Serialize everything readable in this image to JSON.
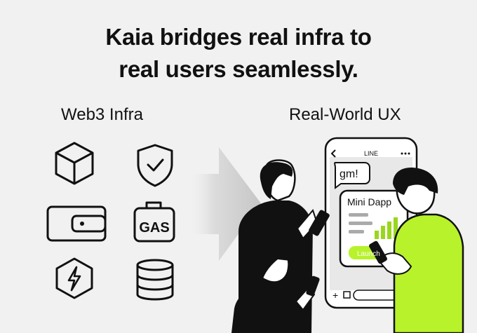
{
  "headline": {
    "line1": "Kaia bridges real infra to",
    "line2": "real users seamlessly."
  },
  "left_panel": {
    "title": "Web3 Infra",
    "icons": [
      "cube-icon",
      "shield-check-icon",
      "wallet-icon",
      "gas-can-icon",
      "lightning-icon",
      "database-icon"
    ],
    "gas_label": "GAS"
  },
  "right_panel": {
    "title": "Real-World UX",
    "phone": {
      "app_name": "LINE",
      "chat_bubble": "gm!",
      "card_title": "Mini Dapp",
      "button_label": "Launch"
    }
  },
  "colors": {
    "accent": "#b8f22b",
    "background": "#f1f1f1",
    "ink": "#111111"
  }
}
